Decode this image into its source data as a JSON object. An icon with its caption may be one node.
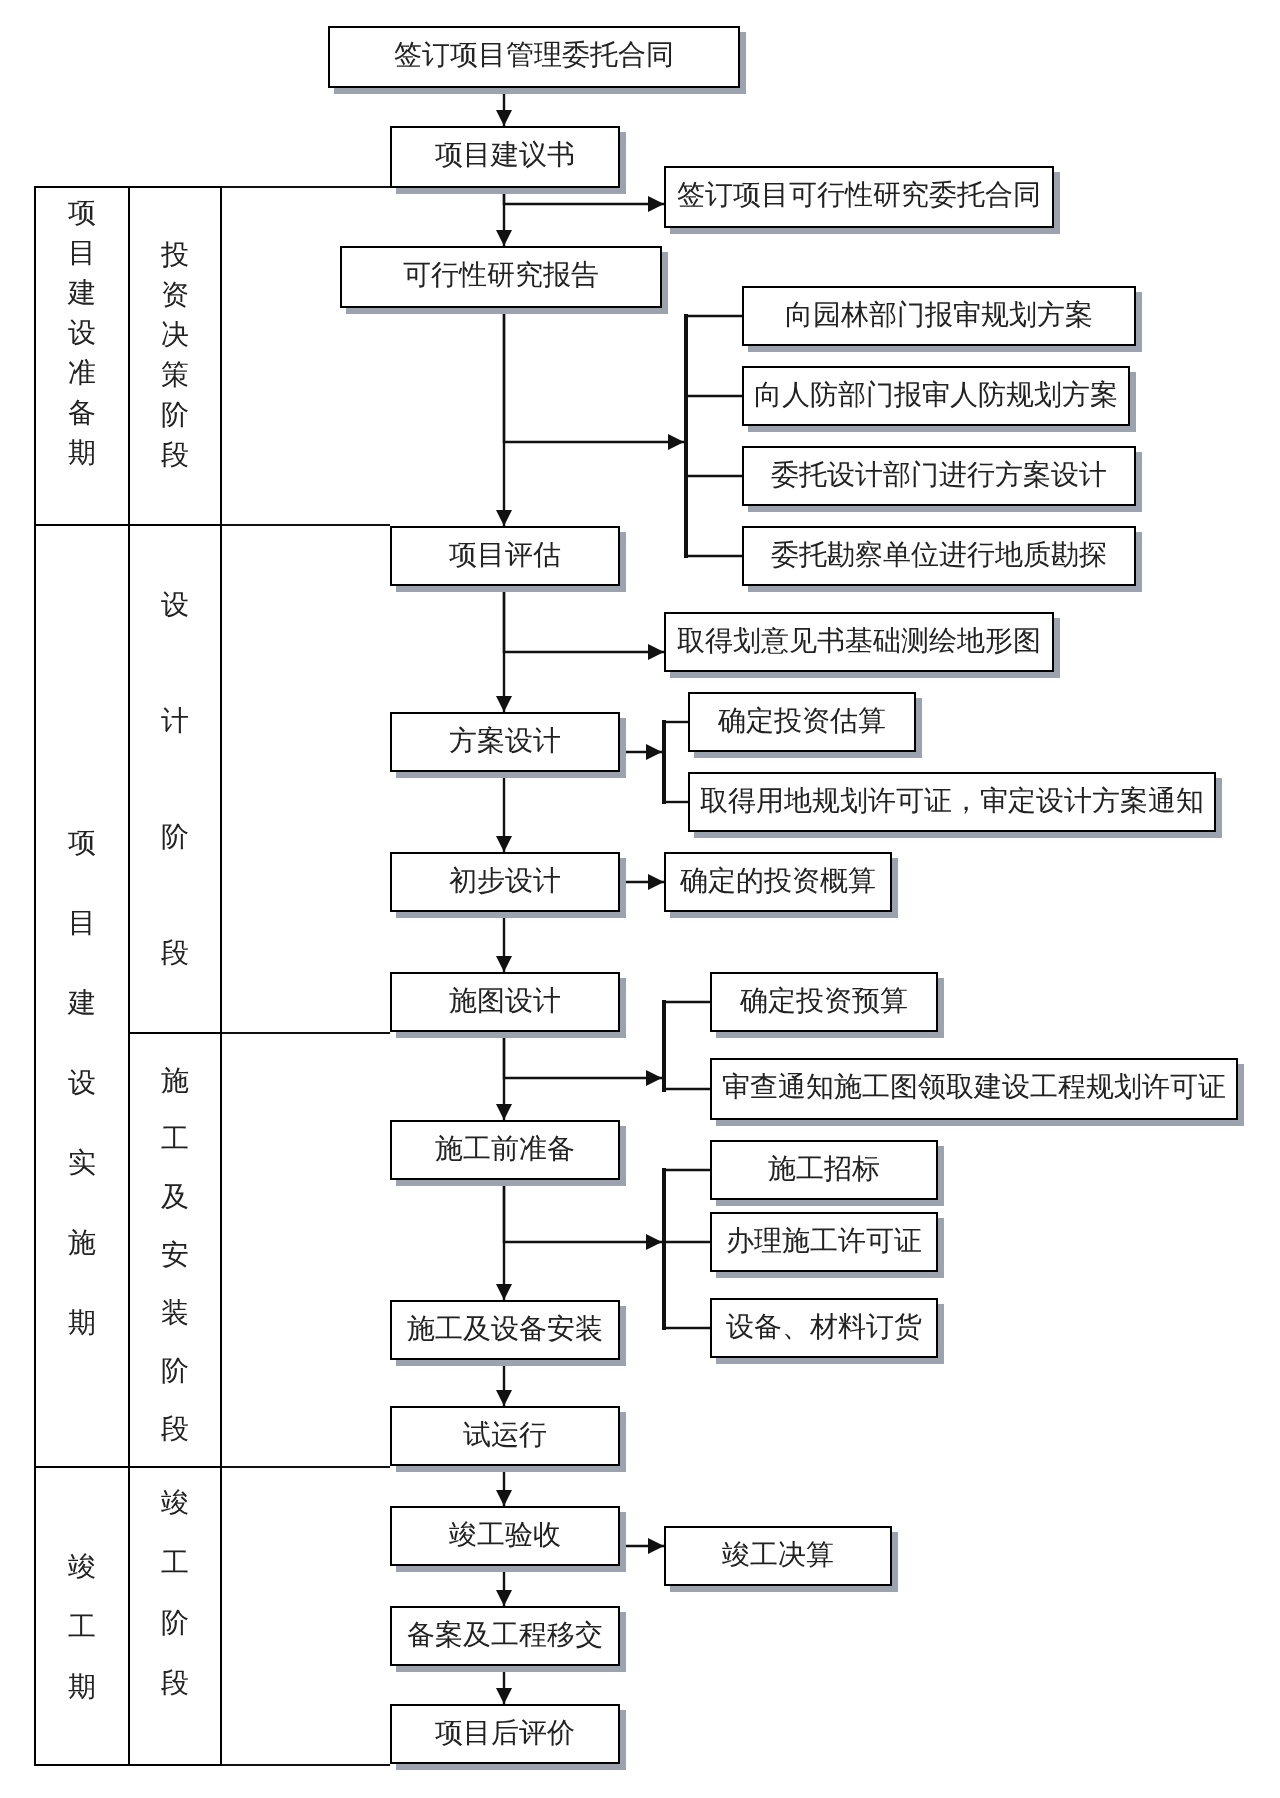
{
  "diagram": {
    "nodes": [
      {
        "text": [
          "签订项目管理委托合同"
        ]
      },
      {
        "text": [
          "项目建议书"
        ]
      },
      {
        "text": [
          "签订项目可行性研究委托合同"
        ]
      },
      {
        "text": [
          "可行性研究报告"
        ]
      },
      {
        "text": [
          "向园林部门报审规划方案"
        ]
      },
      {
        "text": [
          "向人防部门报审人防规划方案"
        ]
      },
      {
        "text": [
          "委托设计部门进行方案设计"
        ]
      },
      {
        "text": [
          "委托勘察单位进行地质勘探"
        ]
      },
      {
        "text": [
          "项目评估"
        ]
      },
      {
        "text": [
          "取得划意见书基础测绘地形图"
        ]
      },
      {
        "text": [
          "方案设计"
        ]
      },
      {
        "text": [
          "确定投资估算"
        ]
      },
      {
        "text": [
          "取得用地规划许可证，审定设计方案通知"
        ]
      },
      {
        "text": [
          "初步设计"
        ]
      },
      {
        "text": [
          "确定的投资概算"
        ]
      },
      {
        "text": [
          "施图设计"
        ]
      },
      {
        "text": [
          "确定投资预算"
        ]
      },
      {
        "text": [
          "审查通知施工图领取建设工程规划许可证"
        ]
      },
      {
        "text": [
          "施工前准备"
        ]
      },
      {
        "text": [
          "施工招标"
        ]
      },
      {
        "text": [
          "办理施工许可证"
        ]
      },
      {
        "text": [
          "设备、材料订货"
        ]
      },
      {
        "text": [
          "施工及设备安装"
        ]
      },
      {
        "text": [
          "试运行"
        ]
      },
      {
        "text": [
          "竣工验收"
        ]
      },
      {
        "text": [
          "竣工决算"
        ]
      },
      {
        "text": [
          "备案及工程移交"
        ]
      },
      {
        "text": [
          "项目后评价"
        ]
      },
      {
        "text": [
          "项目建设准备期"
        ]
      },
      {
        "text": [
          "投资决策阶段"
        ]
      },
      {
        "text": [
          "项目建设实施期"
        ]
      },
      {
        "text": [
          "设计阶段"
        ]
      },
      {
        "text": [
          "施工及安装阶段"
        ]
      },
      {
        "text": [
          "竣工期"
        ]
      },
      {
        "text": [
          "竣工阶段"
        ]
      },
      {
        "text": [],
        "shape": "bar"
      },
      {
        "text": [],
        "shape": "bar"
      },
      {
        "text": [],
        "shape": "bar"
      },
      {
        "text": [],
        "shape": "bar"
      }
    ],
    "edges": [
      {
        "from": 0,
        "to": 1,
        "arrow": "to"
      },
      {
        "from": 1,
        "to": 3,
        "arrow": "to"
      },
      {
        "from": 1,
        "to": 2,
        "arrow": "to"
      },
      {
        "from": 3,
        "to": 8,
        "arrow": "to"
      },
      {
        "from": 3,
        "to": 35,
        "arrow": "to"
      },
      {
        "from": 35,
        "to": 4,
        "arrow": "none"
      },
      {
        "from": 35,
        "to": 5,
        "arrow": "none"
      },
      {
        "from": 35,
        "to": 6,
        "arrow": "none"
      },
      {
        "from": 35,
        "to": 7,
        "arrow": "none"
      },
      {
        "from": 8,
        "to": 10,
        "arrow": "to"
      },
      {
        "from": 8,
        "to": 9,
        "arrow": "to"
      },
      {
        "from": 10,
        "to": 36,
        "arrow": "to"
      },
      {
        "from": 36,
        "to": 11,
        "arrow": "none"
      },
      {
        "from": 36,
        "to": 12,
        "arrow": "none"
      },
      {
        "from": 10,
        "to": 13,
        "arrow": "to"
      },
      {
        "from": 13,
        "to": 14,
        "arrow": "to"
      },
      {
        "from": 13,
        "to": 15,
        "arrow": "to"
      },
      {
        "from": 15,
        "to": 18,
        "arrow": "to"
      },
      {
        "from": 15,
        "to": 37,
        "arrow": "to"
      },
      {
        "from": 37,
        "to": 16,
        "arrow": "none"
      },
      {
        "from": 37,
        "to": 17,
        "arrow": "none"
      },
      {
        "from": 18,
        "to": 22,
        "arrow": "to"
      },
      {
        "from": 18,
        "to": 38,
        "arrow": "to"
      },
      {
        "from": 38,
        "to": 19,
        "arrow": "none"
      },
      {
        "from": 38,
        "to": 20,
        "arrow": "none"
      },
      {
        "from": 38,
        "to": 21,
        "arrow": "none"
      },
      {
        "from": 22,
        "to": 23,
        "arrow": "to"
      },
      {
        "from": 23,
        "to": 24,
        "arrow": "to"
      },
      {
        "from": 24,
        "to": 26,
        "arrow": "to"
      },
      {
        "from": 24,
        "to": 25,
        "arrow": "to"
      },
      {
        "from": 26,
        "to": 27,
        "arrow": "to"
      }
    ]
  }
}
